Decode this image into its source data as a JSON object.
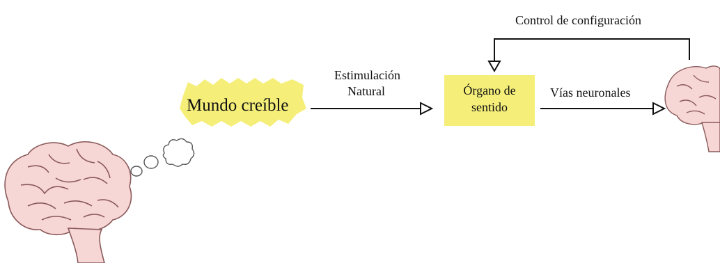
{
  "diagram": {
    "believable_world": "Mundo creíble",
    "stimulation_line1": "Estimulación",
    "stimulation_line2": "Natural",
    "sense_organ_line1": "Órgano de",
    "sense_organ_line2": "sentido",
    "neural_pathways": "Vías neuronales",
    "configuration_control": "Control de configuración"
  },
  "colors": {
    "highlight": "#f5ef7a",
    "brain_fill": "#f7d6d6",
    "brain_stroke": "#8a5a5a",
    "arrow": "#111111"
  },
  "icons": [
    "brain-icon",
    "thought-bubble-icon",
    "arrow-icon"
  ]
}
